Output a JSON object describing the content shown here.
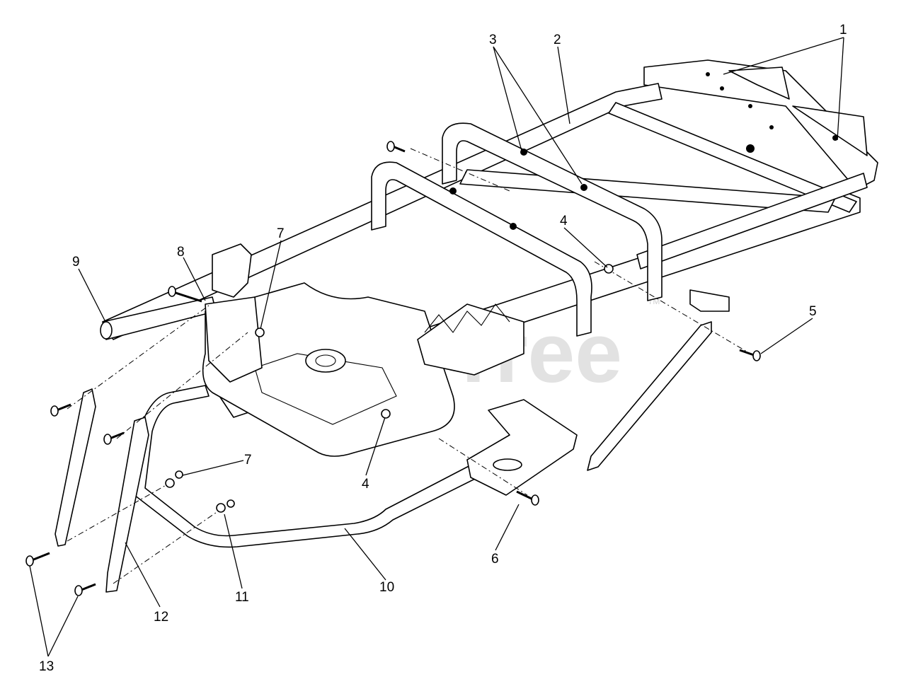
{
  "watermark": "PartsTree",
  "trademark": "TM",
  "callouts": {
    "c1": "1",
    "c2": "2",
    "c3": "3",
    "c4a": "4",
    "c4b": "4",
    "c5": "5",
    "c6": "6",
    "c7a": "7",
    "c7b": "7",
    "c8": "8",
    "c9": "9",
    "c10": "10",
    "c11": "11",
    "c12": "12",
    "c13": "13"
  },
  "colors": {
    "line": "#000000",
    "background": "#ffffff",
    "watermark": "#d9d9d9"
  }
}
